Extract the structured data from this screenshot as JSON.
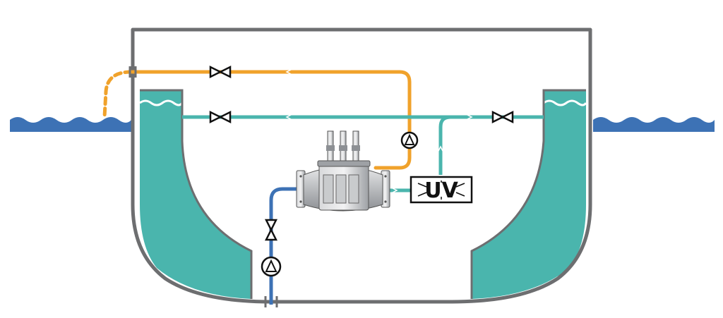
{
  "diagram": {
    "uv_unit_label": "UV",
    "colors": {
      "hull_outline": "#6d6e70",
      "ballast_water": "#4ab5ad",
      "sea_water": "#3d72b5",
      "discharge_pipe": "#f0a22b",
      "supply_pipe": "#3d72b5",
      "treated_pipe": "#4ab5ad",
      "symbol_stroke": "#111111"
    },
    "components": [
      {
        "name": "ship-hull",
        "icon": "hull-outline"
      },
      {
        "name": "ballast-tank-left",
        "icon": "tank-fill"
      },
      {
        "name": "ballast-tank-right",
        "icon": "tank-fill"
      },
      {
        "name": "sea-chest-pump",
        "icon": "pump-icon"
      },
      {
        "name": "discharge-pump",
        "icon": "pump-icon"
      },
      {
        "name": "filter-unit",
        "icon": "filter-icon"
      },
      {
        "name": "uv-reactor",
        "icon": "uv-lamp-icon"
      },
      {
        "name": "gate-valves",
        "icon": "valve-icon"
      }
    ]
  }
}
